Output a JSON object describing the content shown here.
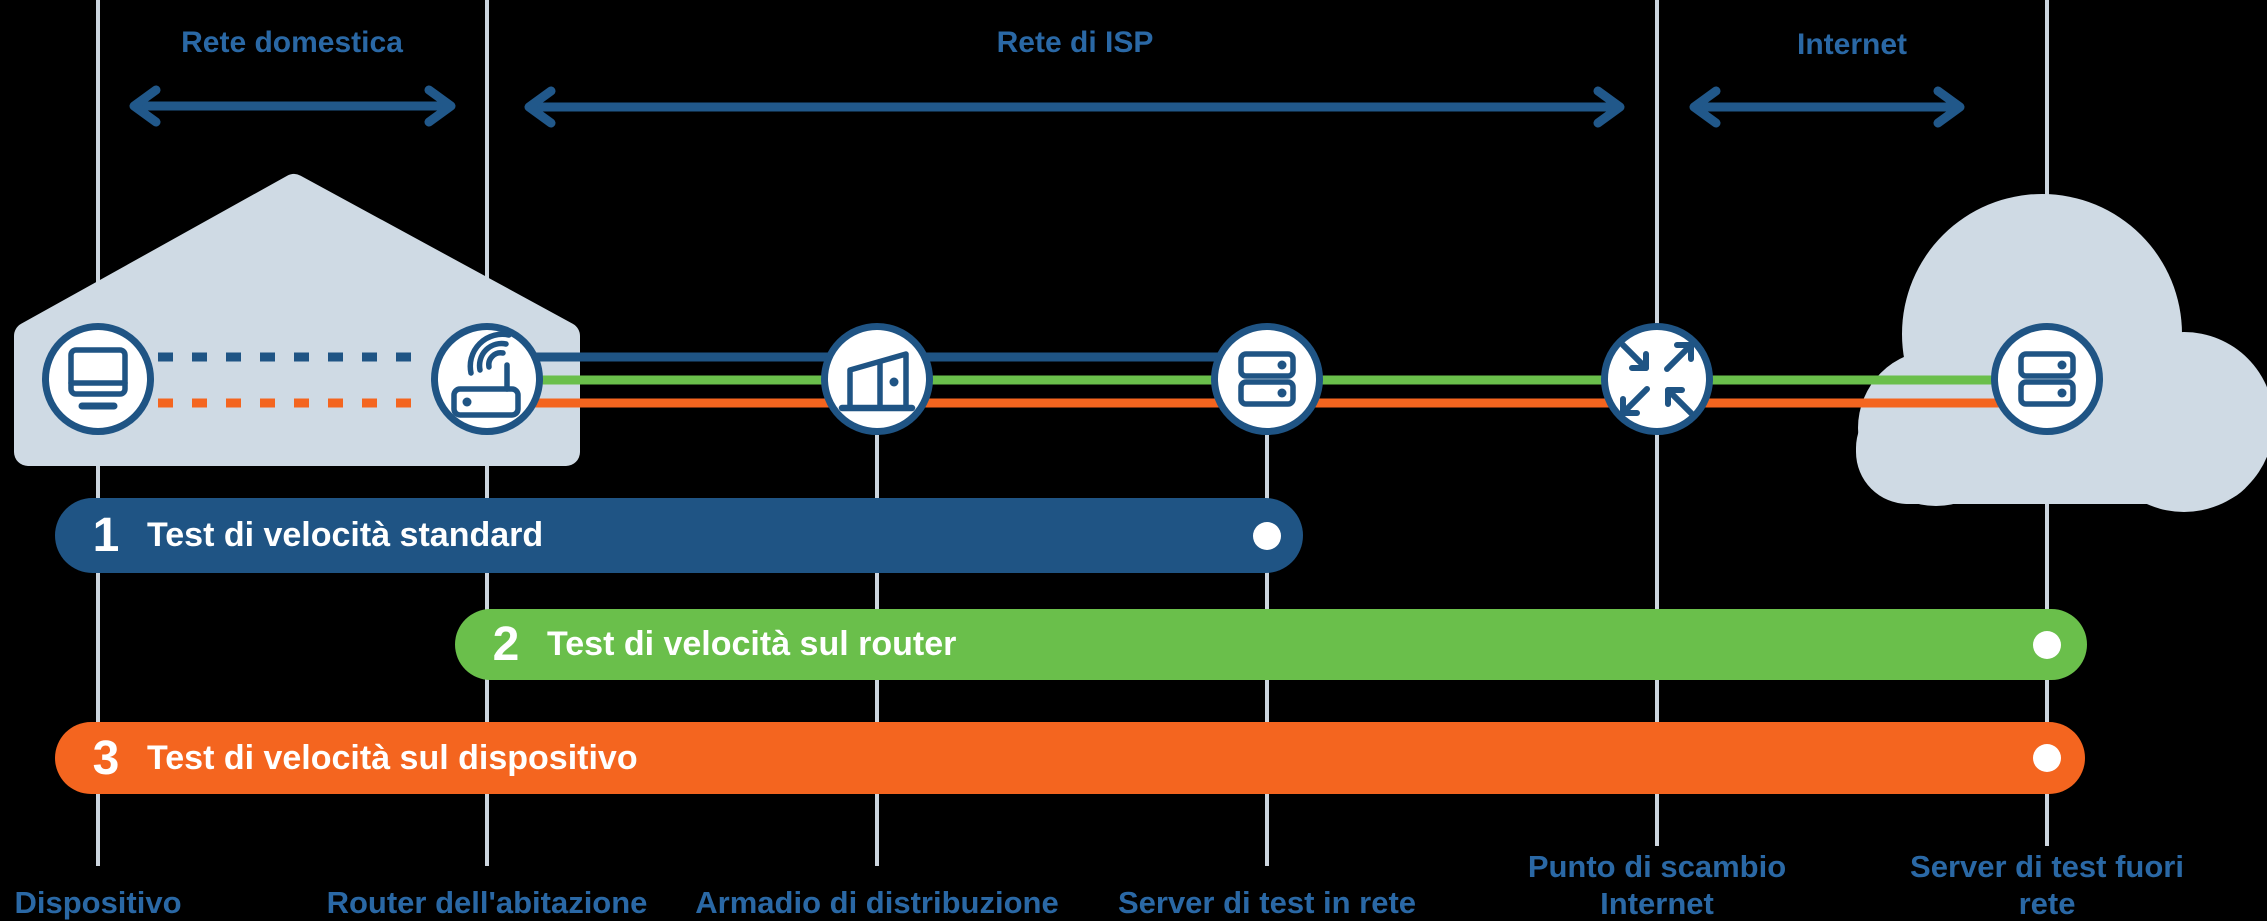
{
  "diagram_title": "Speed test paths diagram",
  "colors": {
    "background": "#000000",
    "dark_blue": "#1f5484",
    "label_blue": "#2a68a5",
    "green": "#6abf4b",
    "orange": "#f4651f",
    "shape_fill": "#cfdae4",
    "guide_line_gray": "#ccd5de",
    "white": "#ffffff"
  },
  "sections": [
    {
      "label": "Rete domestica"
    },
    {
      "label": "Rete di ISP"
    },
    {
      "label": "Internet"
    }
  ],
  "nodes": [
    {
      "label": "Dispositivo",
      "icon": "computer-icon"
    },
    {
      "label": "Router dell'abitazione",
      "icon": "wifi-router-icon"
    },
    {
      "label": "Armadio di distribuzione",
      "icon": "street-cabinet-icon"
    },
    {
      "label": "Server di test in rete",
      "icon": "server-icon"
    },
    {
      "label": "Punto di scambio Internet",
      "icon": "exchange-arrows-icon"
    },
    {
      "label": "Server di test fuori rete",
      "icon": "server-icon"
    }
  ],
  "tests": [
    {
      "number": "1",
      "label": "Test di velocità standard",
      "color": "#1f5484",
      "endpoint": "Server di test in rete"
    },
    {
      "number": "2",
      "label": "Test di velocità sul router",
      "color": "#6abf4b",
      "endpoint": "Server di test fuori rete"
    },
    {
      "number": "3",
      "label": "Test di velocità sul dispositivo",
      "color": "#f4651f",
      "endpoint": "Server di test fuori rete"
    }
  ]
}
